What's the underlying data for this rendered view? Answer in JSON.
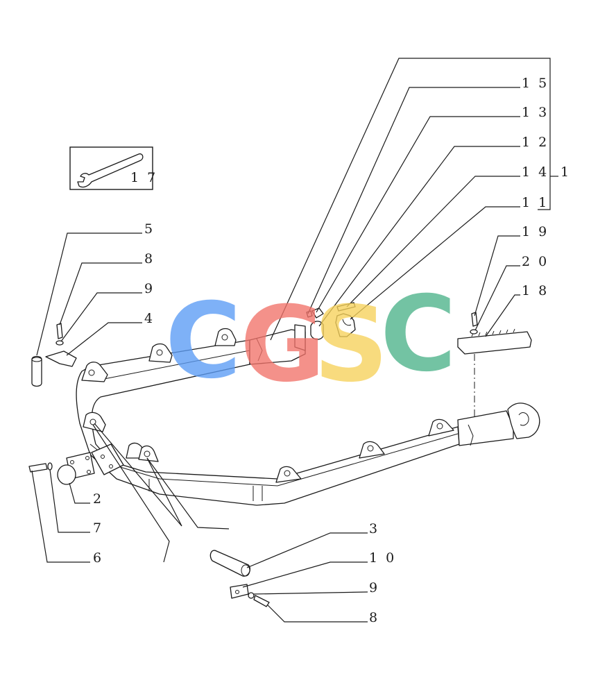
{
  "callouts": {
    "c15": "1 5",
    "c13": "1 3",
    "c12": "1 2",
    "c14": "1 4",
    "c11": "1 1",
    "c1": "1",
    "c17": "1 7",
    "c5": "5",
    "c8a": "8",
    "c9a": "9",
    "c4": "4",
    "c19": "1 9",
    "c20": "2 0",
    "c18": "1 8",
    "c2": "2",
    "c7": "7",
    "c6": "6",
    "c3": "3",
    "c10": "1 0",
    "c9b": "9",
    "c8b": "8"
  },
  "watermark": {
    "letters": [
      "C",
      "G",
      "S",
      "C"
    ],
    "colors": [
      "#5b9cf5",
      "#f2736a",
      "#f7d25a",
      "#4db38a"
    ]
  }
}
